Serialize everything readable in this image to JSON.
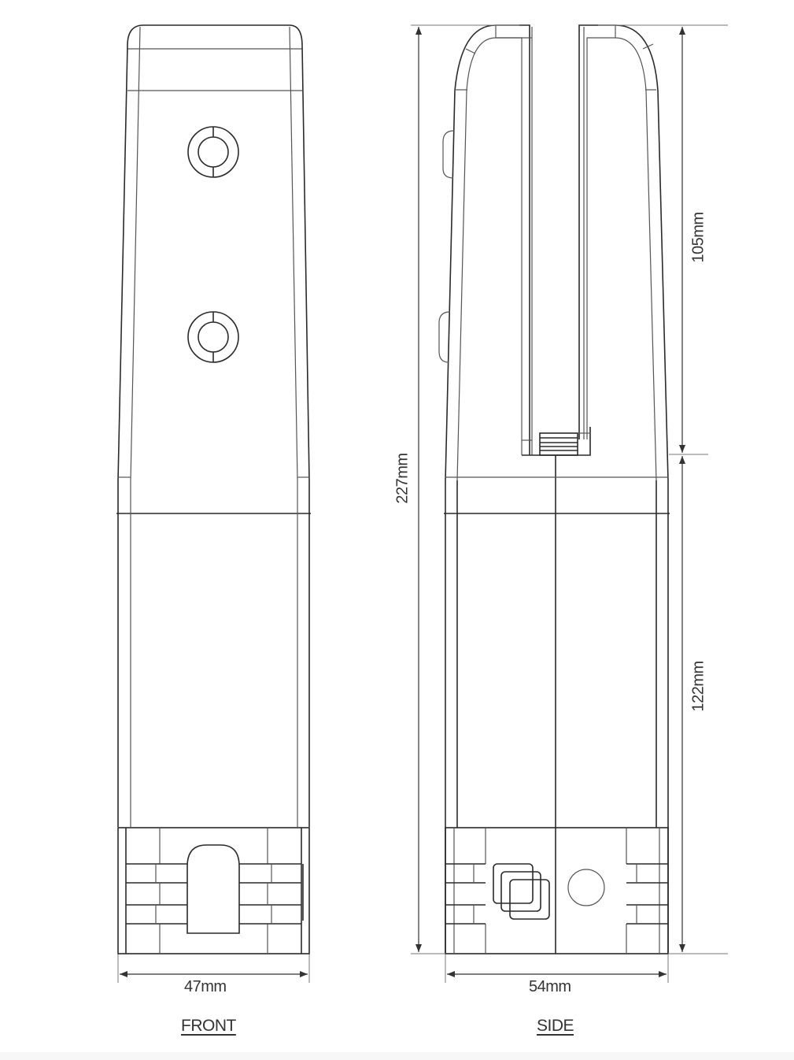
{
  "drawing": {
    "type": "technical-drawing",
    "subject": "glass spigot clamp",
    "views": [
      {
        "id": "front",
        "title": "FRONT",
        "dimensions": {
          "width": "47mm"
        },
        "features": [
          "two countersunk holes",
          "square base with drain slot"
        ]
      },
      {
        "id": "side",
        "title": "SIDE",
        "dimensions": {
          "width": "54mm",
          "total_height": "227mm",
          "upper_height": "105mm",
          "lower_height": "122mm"
        },
        "features": [
          "U-shaped glass channel",
          "rubber gasket",
          "base with round hole"
        ]
      }
    ]
  },
  "labels": {
    "front_title": "FRONT",
    "side_title": "SIDE",
    "front_width": "47mm",
    "side_width": "54mm",
    "total_height": "227mm",
    "upper_height": "105mm",
    "lower_height": "122mm"
  },
  "colors": {
    "line": "#2a2a2a",
    "background": "#ffffff"
  }
}
